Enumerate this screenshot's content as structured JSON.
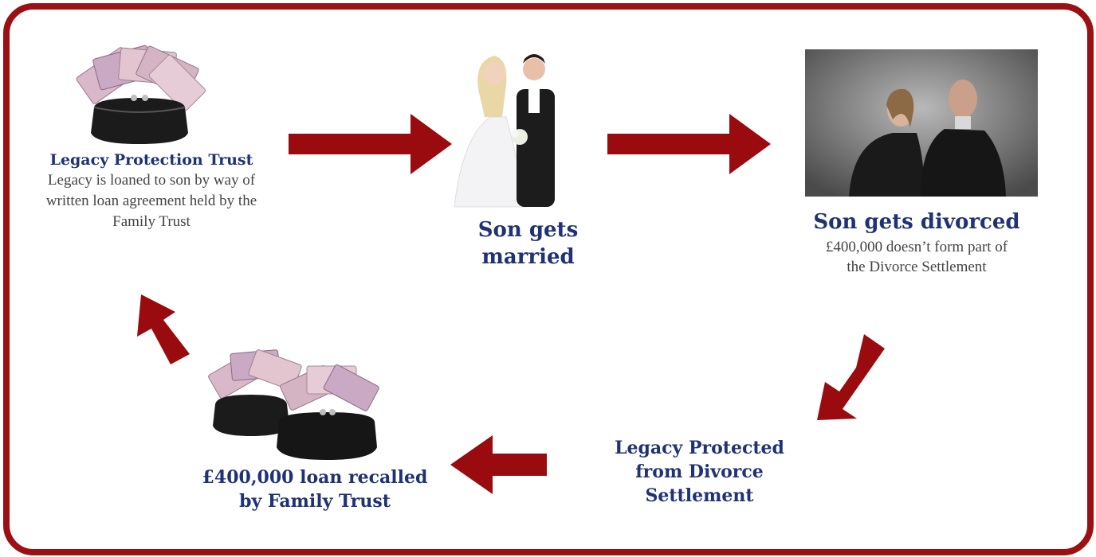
{
  "colors": {
    "frame": "#9c0f12",
    "arrow": "#990b0e",
    "title": "#1f3274",
    "body": "#444444"
  },
  "step1": {
    "title": "Legacy Protection Trust",
    "body": "Legacy is loaned to son by way of written loan agreement held by the Family Trust",
    "image": "money-purse-icon"
  },
  "step2": {
    "title": "Son gets married",
    "image": "wedding-couple-photo"
  },
  "step3": {
    "title": "Son gets divorced",
    "body": "£400,000 doesn’t form part of the Divorce Settlement",
    "image": "divorced-couple-photo"
  },
  "step4": {
    "title": "Legacy Protected from Divorce Settlement"
  },
  "step5": {
    "title": "£400,000 loan recalled by Family Trust",
    "image": "two-money-purses-icon"
  }
}
